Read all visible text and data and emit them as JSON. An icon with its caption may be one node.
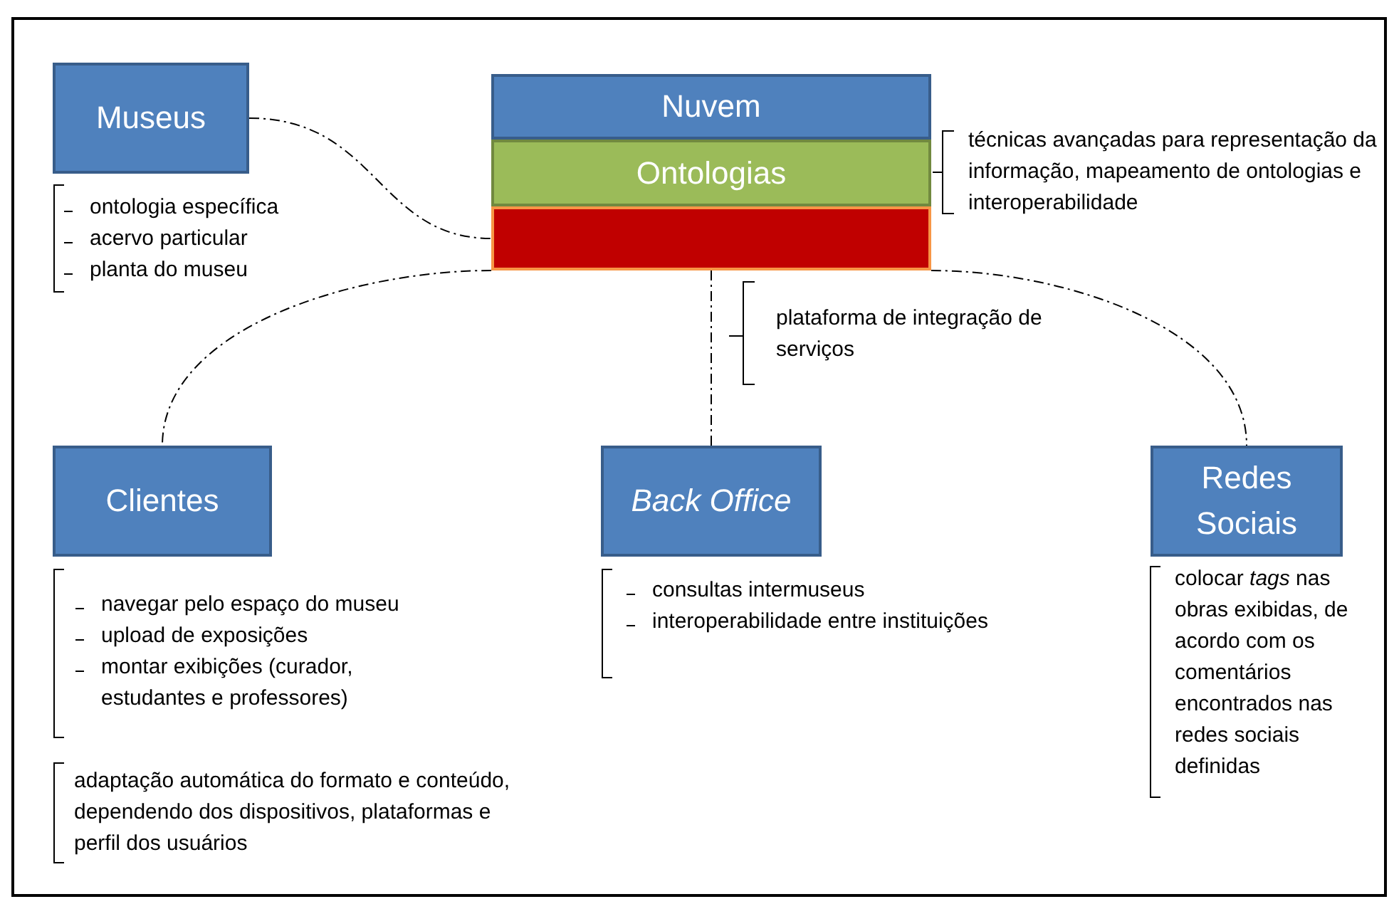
{
  "diagram": {
    "nodes": [
      {
        "text": [
          "Museus"
        ]
      },
      {
        "text": [
          "Nuvem"
        ]
      },
      {
        "text": [
          "Ontologias"
        ]
      },
      {
        "text": [],
        "shape": "box"
      },
      {
        "text": [
          "Clientes"
        ]
      },
      {
        "text": [
          "Back Office"
        ]
      },
      {
        "text": [
          "Redes Sociais"
        ]
      }
    ],
    "edges": [
      {
        "from": 0,
        "to": 3,
        "arrow": "none"
      },
      {
        "from": 3,
        "to": 4,
        "arrow": "none"
      },
      {
        "from": 3,
        "to": 5,
        "arrow": "none"
      },
      {
        "from": 3,
        "to": 6,
        "arrow": "none"
      }
    ],
    "labels": [
      "ontologia específica",
      "acervo particular",
      "planta do museu",
      "técnicas avançadas para representação da informação, mapeamento de ontologias e interoperabilidade",
      "plataforma de integração de serviços",
      "navegar pelo espaço do museu",
      "upload de exposições",
      "montar exibições (curador, estudantes e professores)",
      "adaptação automática do formato e conteúdo, dependendo dos dispositivos, plataformas e perfil dos usuários",
      "consultas intermuseus",
      "interoperabilidade entre instituições",
      "colocar *tags* nas obras exibidas, de acordo com os comentários encontrados nas redes sociais definidas"
    ]
  }
}
